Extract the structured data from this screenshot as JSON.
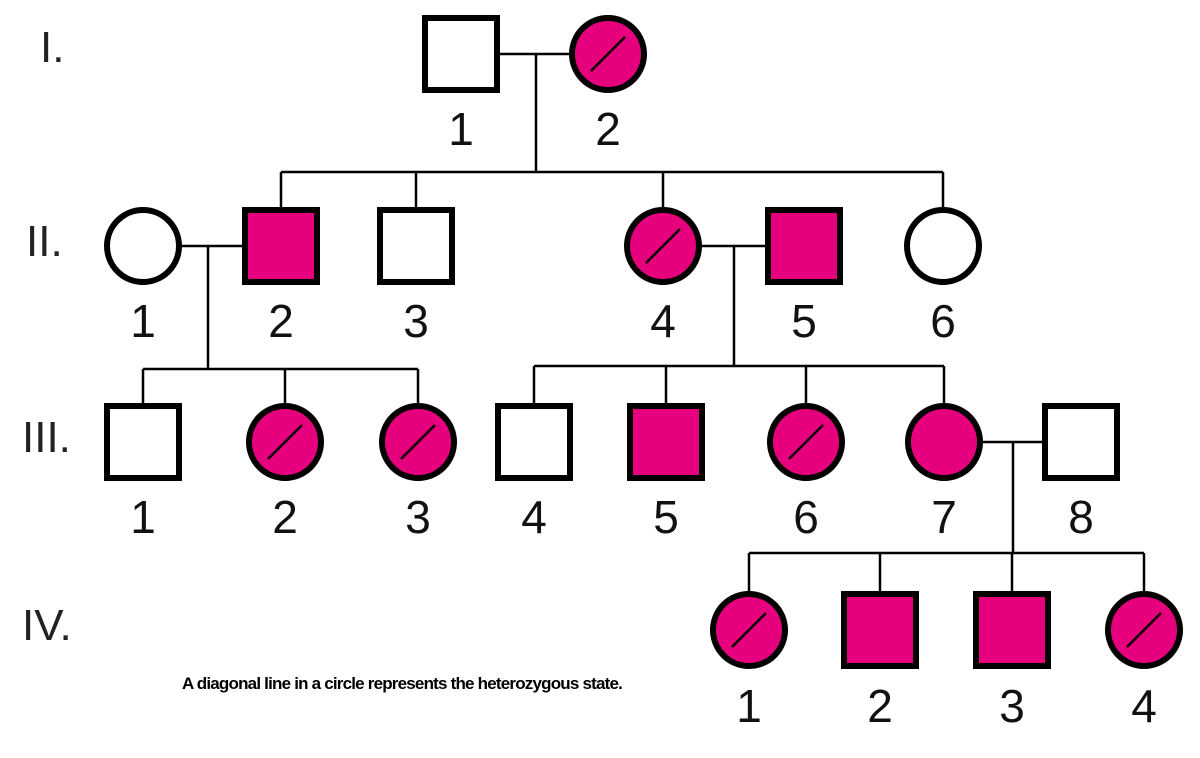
{
  "colors": {
    "affected": "#E6007E",
    "unaffected": "#FFFFFF",
    "outline": "#000000"
  },
  "note": "A diagonal line in a circle represents the heterozygous state.",
  "generations": [
    {
      "label": "I.",
      "individuals": [
        {
          "number": "1",
          "sex": "male",
          "status": "unaffected"
        },
        {
          "number": "2",
          "sex": "female",
          "status": "heterozygous"
        }
      ]
    },
    {
      "label": "II.",
      "individuals": [
        {
          "number": "1",
          "sex": "female",
          "status": "unaffected"
        },
        {
          "number": "2",
          "sex": "male",
          "status": "affected"
        },
        {
          "number": "3",
          "sex": "male",
          "status": "unaffected"
        },
        {
          "number": "4",
          "sex": "female",
          "status": "heterozygous"
        },
        {
          "number": "5",
          "sex": "male",
          "status": "affected"
        },
        {
          "number": "6",
          "sex": "female",
          "status": "unaffected"
        }
      ]
    },
    {
      "label": "III.",
      "individuals": [
        {
          "number": "1",
          "sex": "male",
          "status": "unaffected"
        },
        {
          "number": "2",
          "sex": "female",
          "status": "heterozygous"
        },
        {
          "number": "3",
          "sex": "female",
          "status": "heterozygous"
        },
        {
          "number": "4",
          "sex": "male",
          "status": "unaffected"
        },
        {
          "number": "5",
          "sex": "male",
          "status": "affected"
        },
        {
          "number": "6",
          "sex": "female",
          "status": "heterozygous"
        },
        {
          "number": "7",
          "sex": "female",
          "status": "affected"
        },
        {
          "number": "8",
          "sex": "male",
          "status": "unaffected"
        }
      ]
    },
    {
      "label": "IV.",
      "individuals": [
        {
          "number": "1",
          "sex": "female",
          "status": "heterozygous"
        },
        {
          "number": "2",
          "sex": "male",
          "status": "affected"
        },
        {
          "number": "3",
          "sex": "male",
          "status": "affected"
        },
        {
          "number": "4",
          "sex": "female",
          "status": "heterozygous"
        }
      ]
    }
  ],
  "matings": [
    {
      "partners": [
        "I-1",
        "I-2"
      ],
      "children": [
        "II-2",
        "II-3",
        "II-4",
        "II-6"
      ]
    },
    {
      "partners": [
        "II-1",
        "II-2"
      ],
      "children": [
        "III-1",
        "III-2",
        "III-3"
      ]
    },
    {
      "partners": [
        "II-4",
        "II-5"
      ],
      "children": [
        "III-4",
        "III-5",
        "III-6",
        "III-7"
      ]
    },
    {
      "partners": [
        "III-7",
        "III-8"
      ],
      "children": [
        "IV-1",
        "IV-2",
        "IV-3",
        "IV-4"
      ]
    }
  ]
}
